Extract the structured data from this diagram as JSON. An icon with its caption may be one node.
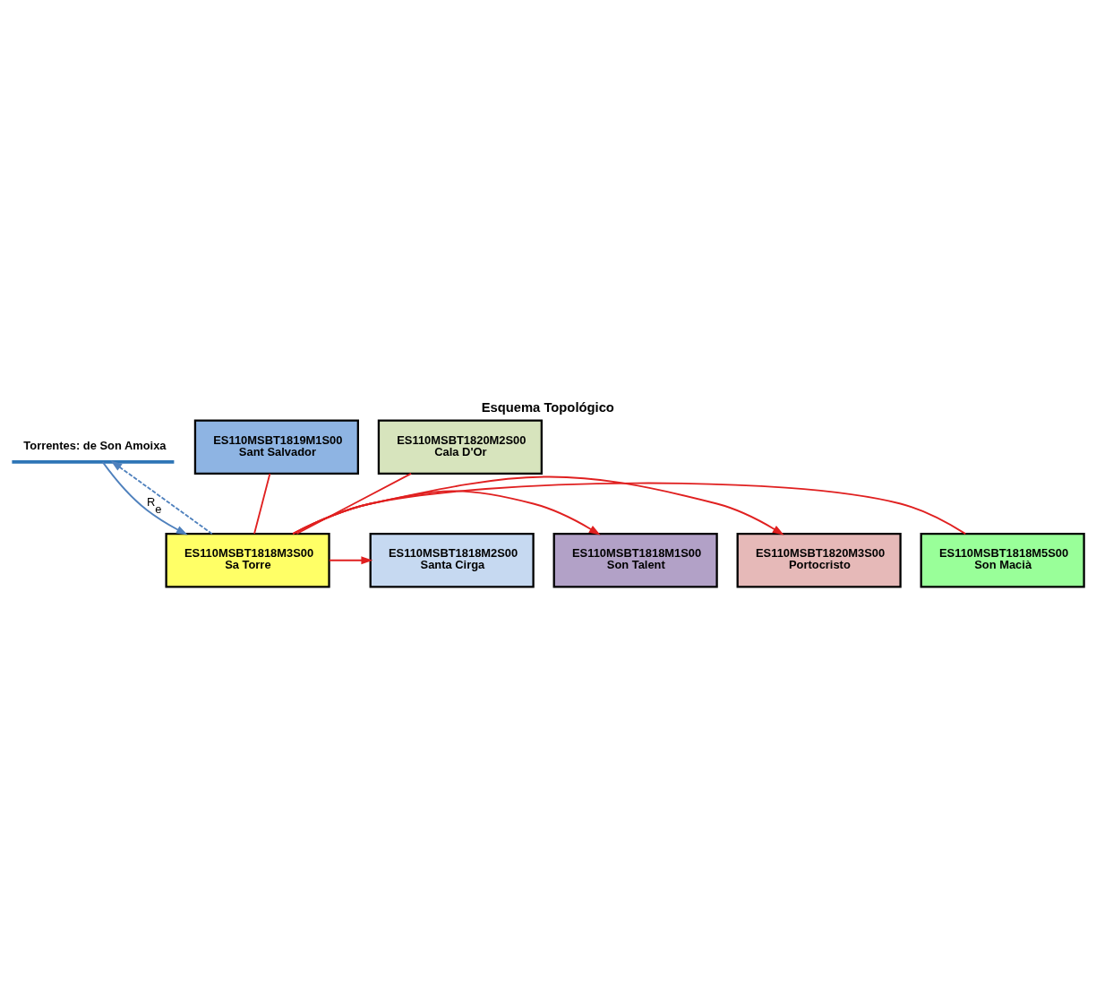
{
  "diagram": {
    "title": "Esquema Topológico",
    "nodes": [
      {
        "text": [
          "Torrentes: de Son Amoixa"
        ]
      },
      {
        "text": [
          "ES110MSBT1818M2S00",
          "Santa Cirga"
        ]
      },
      {
        "text": [
          "ES110MSBT1818M1S00",
          "Son Talent"
        ]
      },
      {
        "text": [
          "ES110MSBT1818M3S00",
          "Sa Torre"
        ]
      },
      {
        "text": [
          "ES110MSBT1820M3S00",
          "Portocristo"
        ]
      },
      {
        "text": [
          "ES110MSBT1818M5S00",
          "Son Macià"
        ]
      },
      {
        "text": [
          "ES110MSBT1819M1S00",
          "Sant Salvador"
        ]
      },
      {
        "text": [
          "ES110MSBT1820M2S00",
          "Cala D'Or"
        ]
      }
    ],
    "edges": [
      {
        "from": 3,
        "to": 0,
        "arrow": "to",
        "style": "dashed",
        "color": "#4f81bd"
      },
      {
        "from": 0,
        "to": 3,
        "arrow": "to",
        "label": "R$_{e}$",
        "color": "#4f81bd"
      },
      {
        "from": 3,
        "to": 2,
        "arrow": "to"
      },
      {
        "from": 3,
        "to": 1,
        "arrow": "to"
      },
      {
        "from": 3,
        "to": 4,
        "arrow": "to"
      },
      {
        "from": 5,
        "to": 3,
        "arrow": "none"
      },
      {
        "from": 6,
        "to": 3,
        "arrow": "none"
      },
      {
        "from": 7,
        "to": 3,
        "arrow": "none"
      }
    ]
  }
}
